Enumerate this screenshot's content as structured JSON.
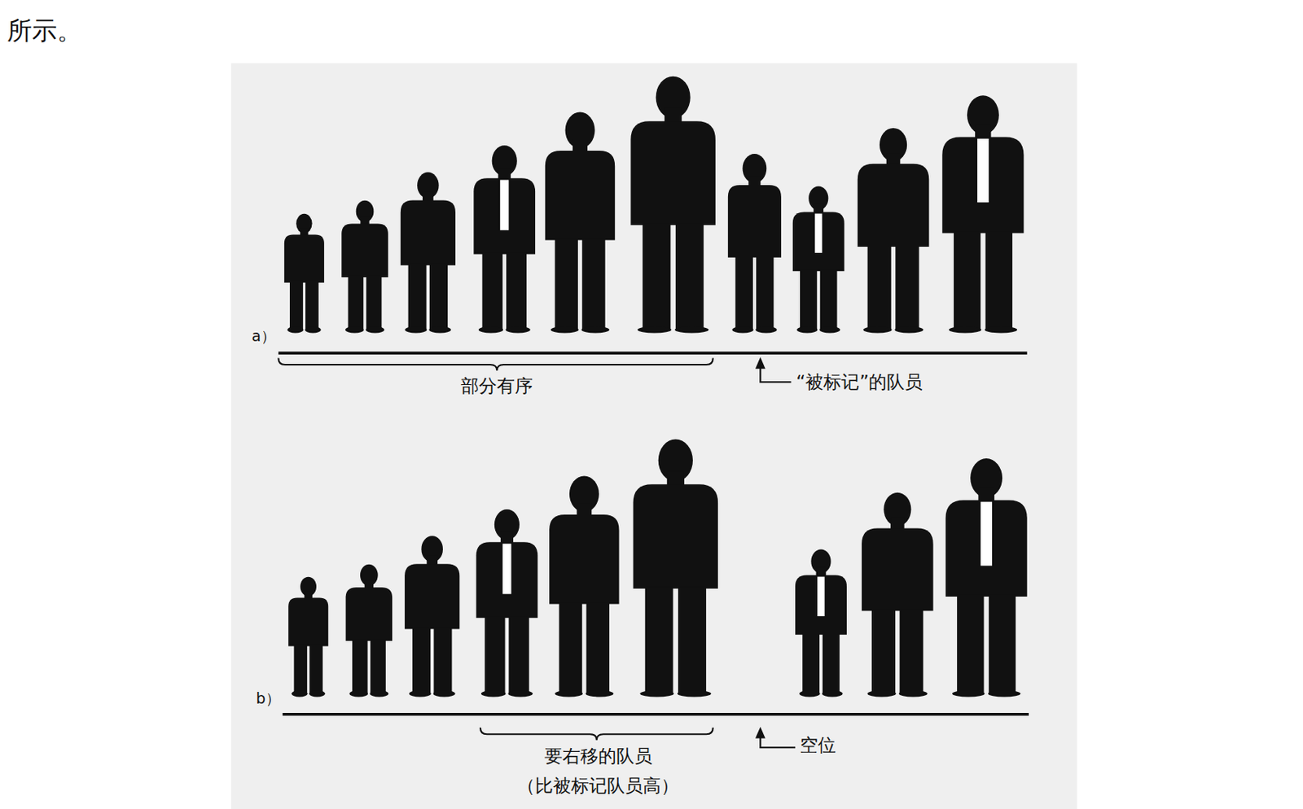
{
  "diagram": {
    "labels": [
      "所示。",
      "a）",
      "部分有序",
      "“被标记”的队员",
      "b）",
      "要右移的队员",
      "（比被标记队员高）",
      "空位"
    ]
  }
}
